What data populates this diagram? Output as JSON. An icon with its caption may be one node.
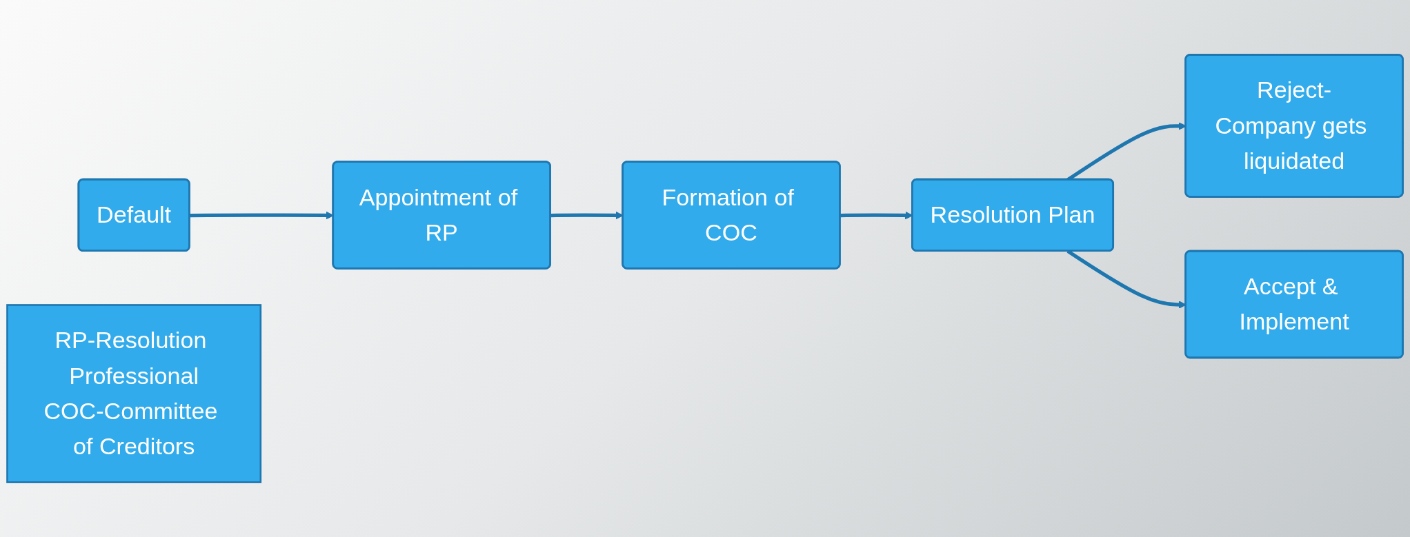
{
  "diagram": {
    "nodes": [
      {
        "text": [
          "Default"
        ]
      },
      {
        "text": [
          "Appointment of RP"
        ]
      },
      {
        "text": [
          "Formation of COC"
        ]
      },
      {
        "text": [
          "Resolution Plan"
        ]
      },
      {
        "text": [
          "Reject-Company gets liquidated"
        ]
      },
      {
        "text": [
          "Accept & Implement"
        ]
      },
      {
        "text": [
          "RP-Resolution Professional",
          "COC-Committee of Creditors"
        ]
      }
    ],
    "edges": [
      {
        "from": 0,
        "to": 1,
        "arrow": "to"
      },
      {
        "from": 1,
        "to": 2,
        "arrow": "to"
      },
      {
        "from": 2,
        "to": 3,
        "arrow": "to"
      },
      {
        "from": 3,
        "to": 4,
        "arrow": "to"
      },
      {
        "from": 3,
        "to": 5,
        "arrow": "to"
      }
    ]
  }
}
